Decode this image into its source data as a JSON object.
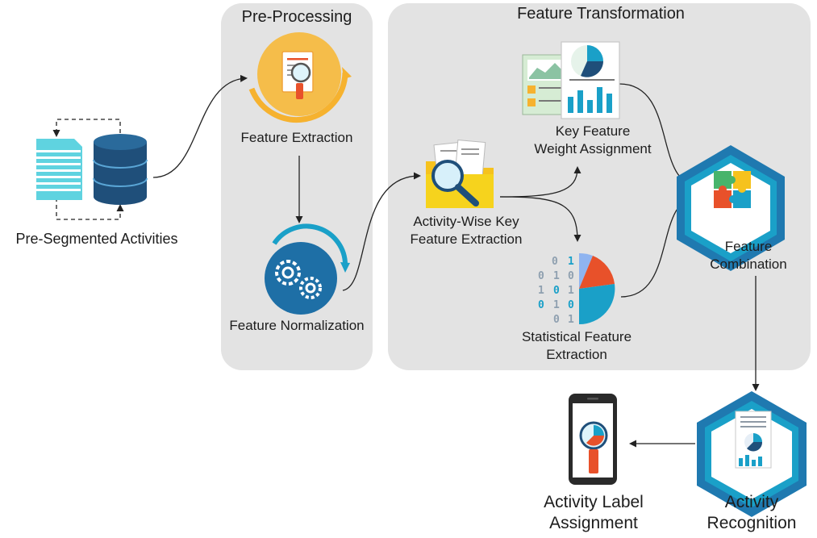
{
  "panels": {
    "preprocessing_title": "Pre-Processing",
    "transformation_title": "Feature Transformation"
  },
  "nodes": {
    "pre_segmented": "Pre-Segmented Activities",
    "feature_extraction": "Feature Extraction",
    "feature_normalization": "Feature Normalization",
    "activity_wise_line1": "Activity-Wise Key",
    "activity_wise_line2": "Feature Extraction",
    "key_weight_line1": "Key Feature",
    "key_weight_line2": "Weight Assignment",
    "statistical_line1": "Statistical Feature",
    "statistical_line2": "Extraction",
    "combination_line1": "Feature",
    "combination_line2": "Combination",
    "recognition_line1": "Activity",
    "recognition_line2": "Recognition",
    "label_line1": "Activity Label",
    "label_line2": "Assignment"
  },
  "binary_digits": [
    "0",
    "1",
    "0",
    "1",
    "0",
    "1",
    "0",
    "1",
    "0",
    "1",
    "0",
    "0",
    "1"
  ],
  "colors": {
    "panel": "#e3e3e3",
    "navy": "#1f4f7a",
    "teal": "#1aa0c8",
    "cyan": "#5fd3e0",
    "orange": "#e8512a",
    "yellow": "#f6b22f",
    "arrow": "#222222"
  }
}
